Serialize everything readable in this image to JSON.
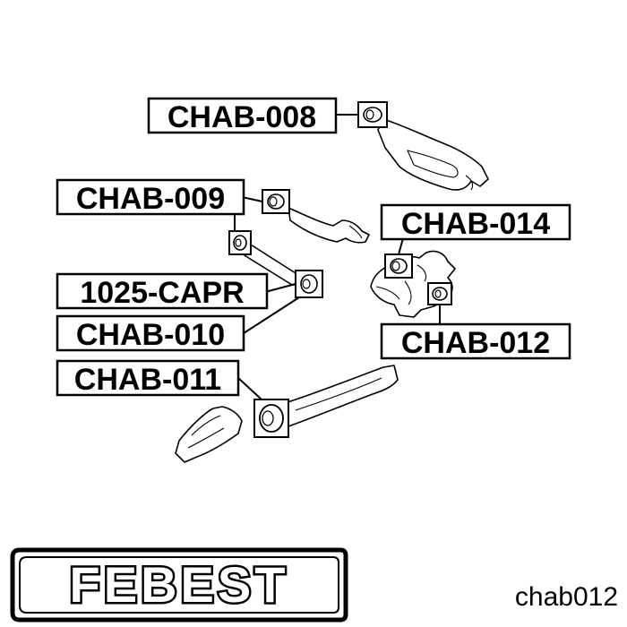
{
  "labels": {
    "chab_008": "CHAB-008",
    "chab_009": "CHAB-009",
    "capr_1025": "1025-CAPR",
    "chab_010": "CHAB-010",
    "chab_011": "CHAB-011",
    "chab_014": "CHAB-014",
    "chab_012": "CHAB-012"
  },
  "brand": {
    "logo_text": "FEBEST"
  },
  "part_code": "chab012"
}
